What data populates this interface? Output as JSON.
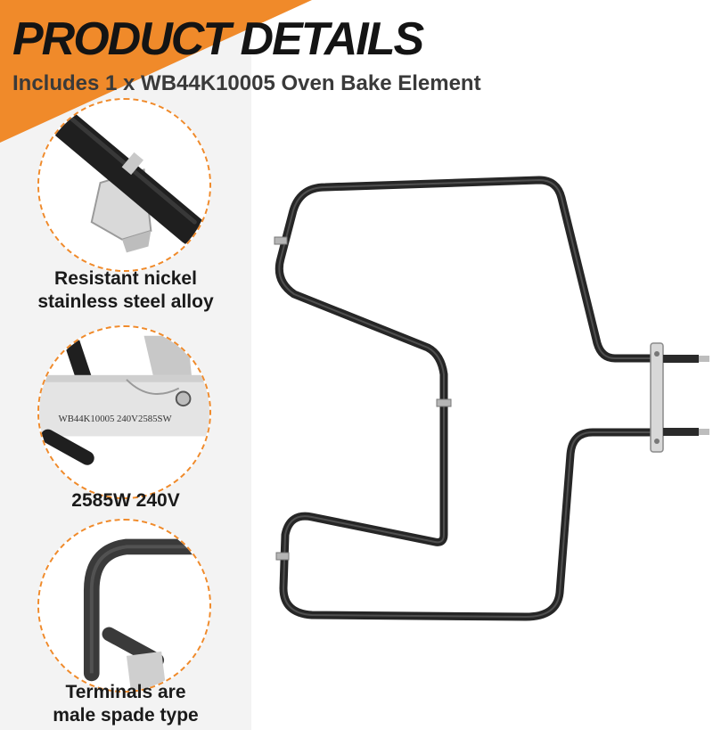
{
  "header": {
    "title": "PRODUCT DETAILS",
    "subtitle": "Includes 1 x WB44K10005 Oven Bake Element"
  },
  "features": [
    {
      "caption": "Resistant nickel\nstainless steel alloy"
    },
    {
      "caption": "2585W 240V",
      "stamp_text": "WB44K10005 240V2585SW"
    },
    {
      "caption": "Terminals are\nmale spade type"
    }
  ],
  "colors": {
    "accent": "#f08a2a",
    "element": "#2e2e2e",
    "panel": "#f3f3f3"
  }
}
